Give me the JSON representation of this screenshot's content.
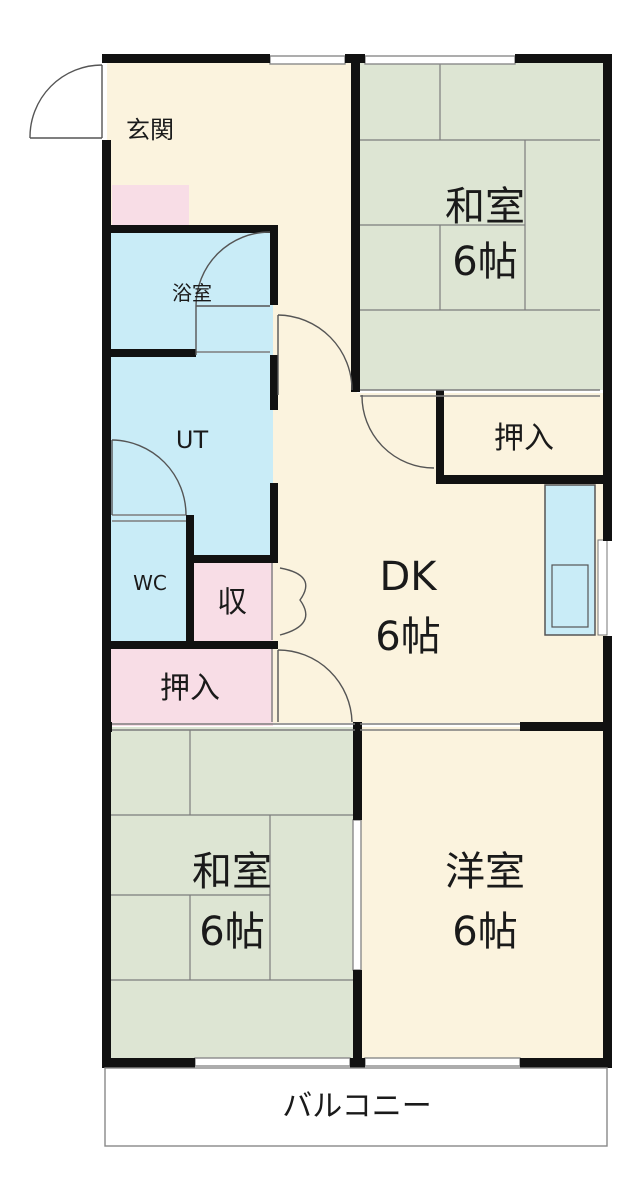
{
  "rooms": {
    "entrance": "玄関",
    "washitsu_top": {
      "name": "和室",
      "size": "6帖"
    },
    "oshiire_right": "押入",
    "bath": "浴室",
    "utility": "UT",
    "wc": "WC",
    "storage": "収",
    "dk": {
      "name": "DK",
      "size": "6帖"
    },
    "oshiire_left": "押入",
    "washitsu_bottom": {
      "name": "和室",
      "size": "6帖"
    },
    "youshitsu": {
      "name": "洋室",
      "size": "6帖"
    },
    "balcony": "バルコニー"
  },
  "colors": {
    "wall": "#111111",
    "washitsu_fill": "#dde5d3",
    "floor_fill": "#fbf3de",
    "wet_fill": "#c9ecf7",
    "closet_fill": "#f8dde6",
    "line": "#7d7d7d"
  }
}
